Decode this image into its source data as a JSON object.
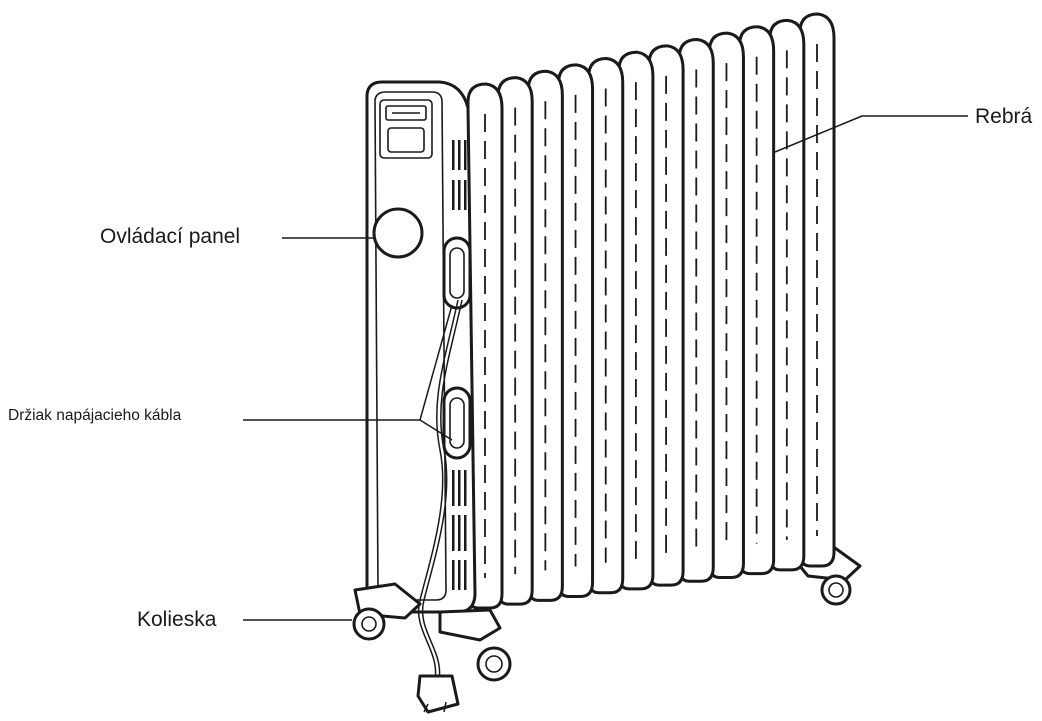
{
  "labels": {
    "control_panel": "Ovládací panel",
    "cable_holder": "Držiak napájacieho kábla",
    "wheels": "Kolieska",
    "fins": "Rebrá"
  },
  "fin_count": 12,
  "colors": {
    "line": "#1a1a1a",
    "background": "#ffffff"
  }
}
